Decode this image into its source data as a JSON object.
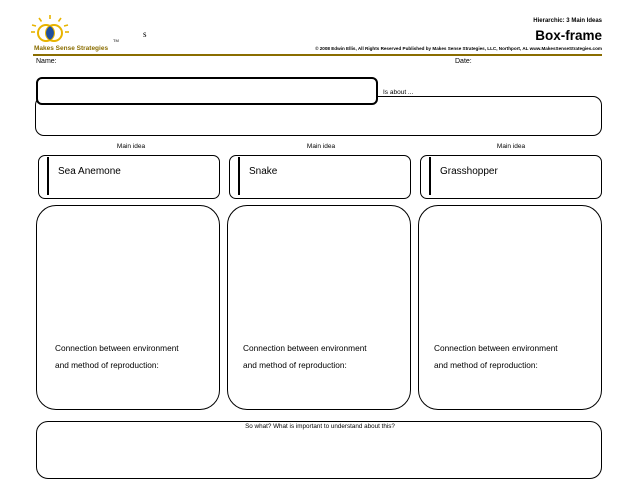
{
  "header": {
    "brand": "Makes Sense Strategies",
    "tm": "TM",
    "mark": "s",
    "hierarchy": "Hierarchic: 3 Main Ideas",
    "title": "Box-frame",
    "copyright": "© 2008 Edwin Ellis, All Rights Reserved   Published by Makes Sense Strategies, LLC, Northport, AL   www.MakesSenseStrategies.com"
  },
  "form": {
    "name_label": "Name:",
    "date_label": "Date:",
    "is_about": "Is about ..."
  },
  "main_ideas": [
    {
      "label": "Main idea",
      "value": "Sea Anemone",
      "line1": "Connection between environment",
      "line2": "and method of reproduction:"
    },
    {
      "label": "Main idea",
      "value": "Snake",
      "line1": "Connection between environment",
      "line2": "and method of reproduction:"
    },
    {
      "label": "Main idea",
      "value": "Grasshopper",
      "line1": "Connection between environment",
      "line2": "and method of reproduction:"
    }
  ],
  "so_what": "So what? What is important to understand about this?",
  "colors": {
    "brand": "#8a6d00",
    "logo_yellow": "#e8b400"
  }
}
